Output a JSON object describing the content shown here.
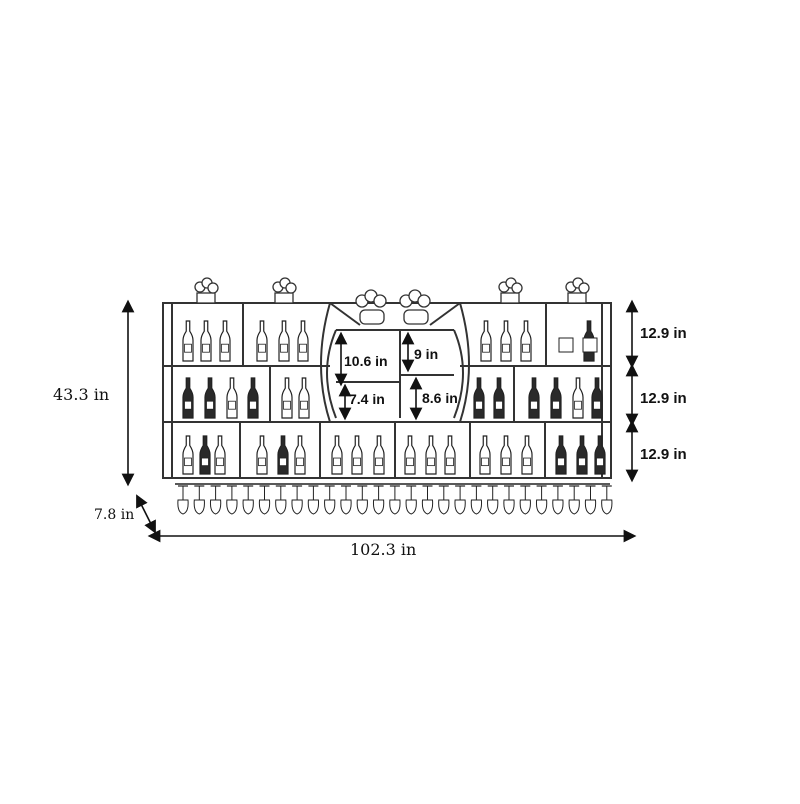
{
  "dimensions": {
    "overall_height": "43.3 in",
    "depth": "7.8 in",
    "overall_width": "102.3 in",
    "shelf_heights": [
      "12.9 in",
      "12.9 in",
      "12.9 in"
    ],
    "center_upper_left": "10.6 in",
    "center_upper_right": "9 in",
    "center_lower_left": "7.4 in",
    "center_lower_right": "8.6 in"
  },
  "colors": {
    "line": "#222222",
    "fill": "#ffffff",
    "bottle": "#2a2a2a"
  }
}
